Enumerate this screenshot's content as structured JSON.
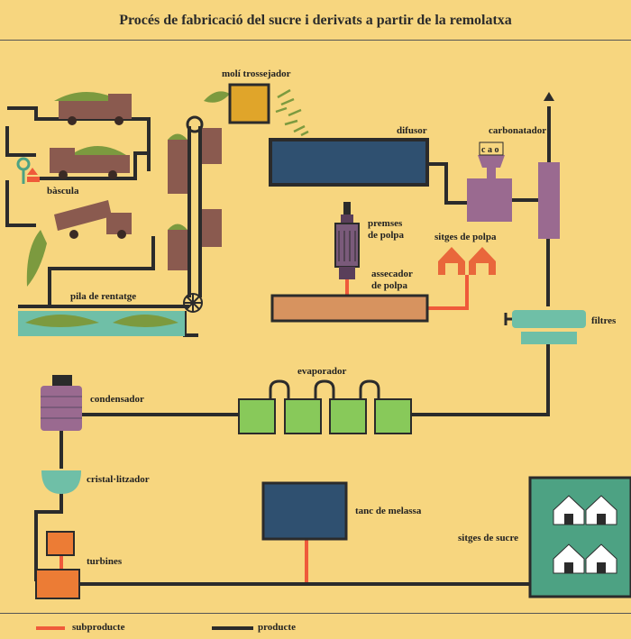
{
  "title": "Procés de fabricació del sucre i derivats a partir de la remolatxa",
  "colors": {
    "background": "#f7d67f",
    "product_line": "#2b2b2b",
    "byproduct_line": "#ef5a3a",
    "beet_green": "#7c9a3f",
    "truck": "#8a5a4f",
    "mill": "#e0a52a",
    "diffuser": "#2f5070",
    "press": "#7a5a7a",
    "dryer": "#d7935f",
    "silo_pulp": "#e9673b",
    "evaporator": "#88c95a",
    "filters": "#6fbfa7",
    "crystallizer": "#6fbfa7",
    "turbines": "#ec7c35",
    "molasses_tank": "#2f5070",
    "sugar_silos": "#4da283"
  },
  "labels": {
    "moli": "molí trossejador",
    "bascula": "bàscula",
    "pila": "pila de rentatge",
    "difusor": "difusor",
    "carbonatador": "carbonatador",
    "cao": "c a o",
    "premses": "premses\nde polpa",
    "sitges_polpa": "sitges de polpa",
    "assecador": "assecador\nde polpa",
    "filtres": "filtres",
    "evaporador": "evaporador",
    "condensador": "condensador",
    "cristal": "cristal·litzador",
    "tanc": "tanc de melassa",
    "turbines": "turbines",
    "sitges_sucre": "sitges de sucre"
  },
  "legend": {
    "subproducte": "subproducte",
    "producte": "producte"
  }
}
